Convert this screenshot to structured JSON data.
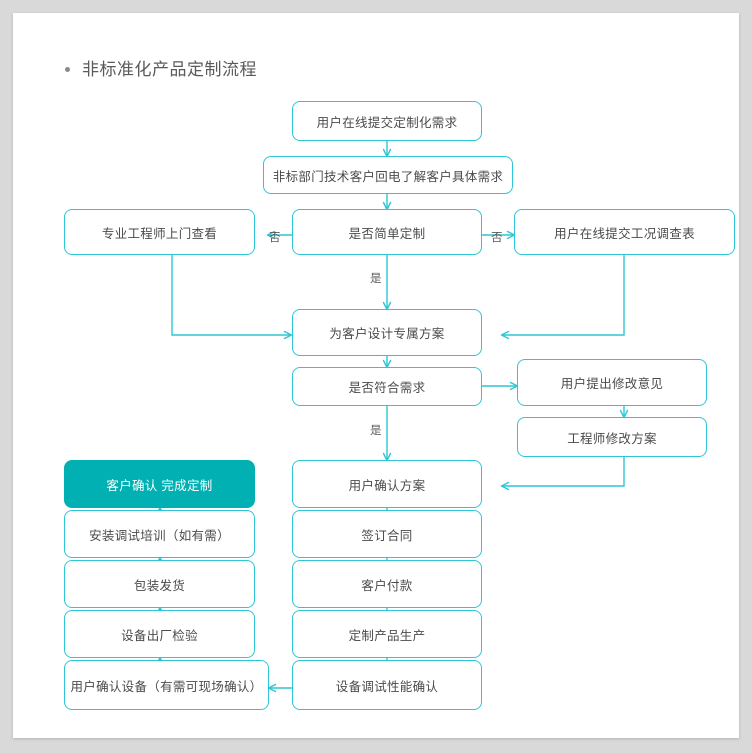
{
  "page": {
    "background_color": "#d9d9d9",
    "card_color": "#ffffff"
  },
  "header": {
    "bullet": "•",
    "title": "非标准化产品定制流程"
  },
  "theme": {
    "accent_border": "#2ec6d6",
    "accent_fill": "#00b0b2",
    "text_color": "#4a4a4a",
    "filled_text_color": "#ffffff"
  },
  "flowchart": {
    "nodes": [
      {
        "id": "n1",
        "label": "用户在线提交定制化需求",
        "style": "outline"
      },
      {
        "id": "n2",
        "label": "非标部门技术客户回电了解客户具体需求",
        "style": "outline"
      },
      {
        "id": "n3",
        "label": "专业工程师上门查看",
        "style": "outline"
      },
      {
        "id": "n4",
        "label": "是否简单定制",
        "style": "outline"
      },
      {
        "id": "n5",
        "label": "用户在线提交工况调查表",
        "style": "outline"
      },
      {
        "id": "n6",
        "label": "为客户设计专属方案",
        "style": "outline"
      },
      {
        "id": "n7",
        "label": "是否符合需求",
        "style": "outline"
      },
      {
        "id": "n8",
        "label": "用户提出修改意见",
        "style": "outline"
      },
      {
        "id": "n9",
        "label": "工程师修改方案",
        "style": "outline"
      },
      {
        "id": "n10",
        "label": "客户确认 完成定制",
        "style": "filled"
      },
      {
        "id": "n11",
        "label": "用户确认方案",
        "style": "outline"
      },
      {
        "id": "n12",
        "label": "安装调试培训（如有需）",
        "style": "outline"
      },
      {
        "id": "n13",
        "label": "签订合同",
        "style": "outline"
      },
      {
        "id": "n14",
        "label": "包装发货",
        "style": "outline"
      },
      {
        "id": "n15",
        "label": "客户付款",
        "style": "outline"
      },
      {
        "id": "n16",
        "label": "设备出厂检验",
        "style": "outline"
      },
      {
        "id": "n17",
        "label": "定制产品生产",
        "style": "outline"
      },
      {
        "id": "n18",
        "label": "用户确认设备（有需可现场确认）",
        "style": "outline"
      },
      {
        "id": "n19",
        "label": "设备调试性能确认",
        "style": "outline"
      }
    ],
    "edge_labels": [
      {
        "id": "e1",
        "label": "否",
        "from": "n4",
        "to": "n3"
      },
      {
        "id": "e2",
        "label": "否",
        "from": "n4",
        "to": "n5"
      },
      {
        "id": "e3",
        "label": "是",
        "from": "n4",
        "to": "n6"
      },
      {
        "id": "e4",
        "label": "是",
        "from": "n7",
        "to": "n11"
      }
    ]
  }
}
